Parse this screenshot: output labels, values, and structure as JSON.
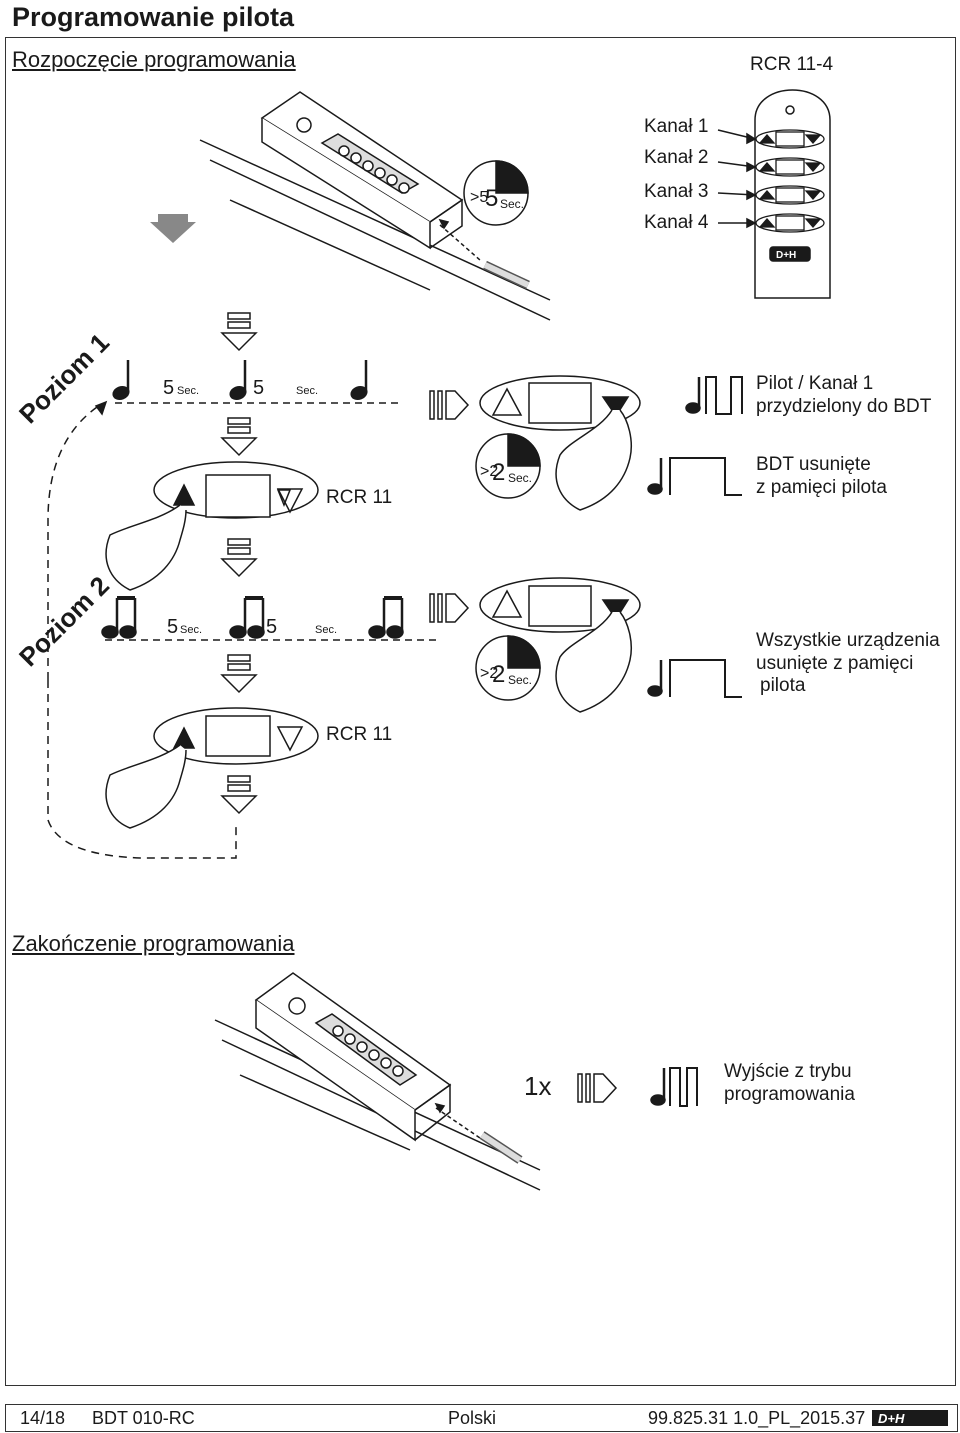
{
  "page": {
    "title": "Programowanie pilota",
    "section_start": "Rozpoczęcie programowania",
    "section_end": "Zakończenie programowania"
  },
  "remote": {
    "model": "RCR 11-4",
    "channels": [
      "Kanał 1",
      "Kanał 2",
      "Kanał 3",
      "Kanał 4"
    ],
    "logo": "D+H"
  },
  "timers": {
    "start_hold": ">5",
    "unit": "Sec.",
    "level1_hold": ">2",
    "level2_hold": ">2"
  },
  "level1": {
    "label": "Poziom 1",
    "beep_interval_a": "5",
    "beep_interval_b": "5",
    "unit": "Sec.",
    "device_label": "RCR 11",
    "result_assigned": [
      "Pilot / Kanał 1",
      "przydzielony do BDT"
    ],
    "result_removed": [
      "BDT usunięte",
      "z pamięci pilota"
    ]
  },
  "level2": {
    "label": "Poziom 2",
    "beep_interval_a": "5",
    "beep_interval_b": "5",
    "unit": "Sec.",
    "device_label": "RCR 11",
    "result_all_removed": [
      "Wszystkie urządzenia",
      "usunięte z pamięci",
      "pilota"
    ]
  },
  "end": {
    "count": "1x",
    "result": [
      "Wyjście z trybu",
      "programowania"
    ]
  },
  "footer": {
    "page": "14/18",
    "doc": "BDT 010-RC",
    "language": "Polski",
    "code": "99.825.31 1.0_PL_2015.37",
    "logo": "D+H"
  }
}
